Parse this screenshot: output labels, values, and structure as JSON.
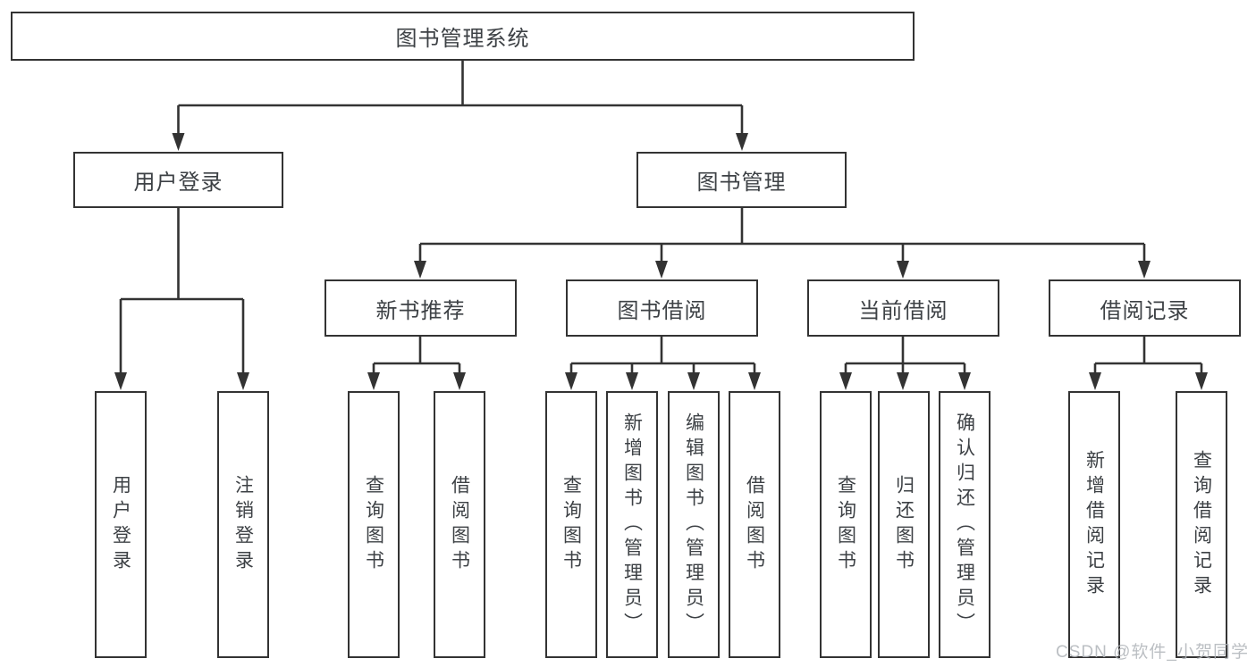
{
  "tree": {
    "root": "图书管理系统",
    "branches": [
      {
        "label": "用户登录",
        "children": [
          "用户登录",
          "注销登录"
        ]
      },
      {
        "label": "图书管理",
        "groups": [
          {
            "label": "新书推荐",
            "children": [
              "查询图书",
              "借阅图书"
            ]
          },
          {
            "label": "图书借阅",
            "children": [
              "查询图书",
              "新增图书（管理员）",
              "编辑图书（管理员）",
              "借阅图书"
            ]
          },
          {
            "label": "当前借阅",
            "children": [
              "查询图书",
              "归还图书",
              "确认归还（管理员）"
            ]
          },
          {
            "label": "借阅记录",
            "children": [
              "新增借阅记录",
              "查询借阅记录"
            ]
          }
        ]
      }
    ]
  },
  "watermark": "CSDN @软件_小贺同学",
  "colors": {
    "line": "#333333",
    "text": "#3d4145",
    "box-bg": "#ffffff",
    "page-bg": "#ffffff",
    "watermark": "#b0b4b9"
  }
}
